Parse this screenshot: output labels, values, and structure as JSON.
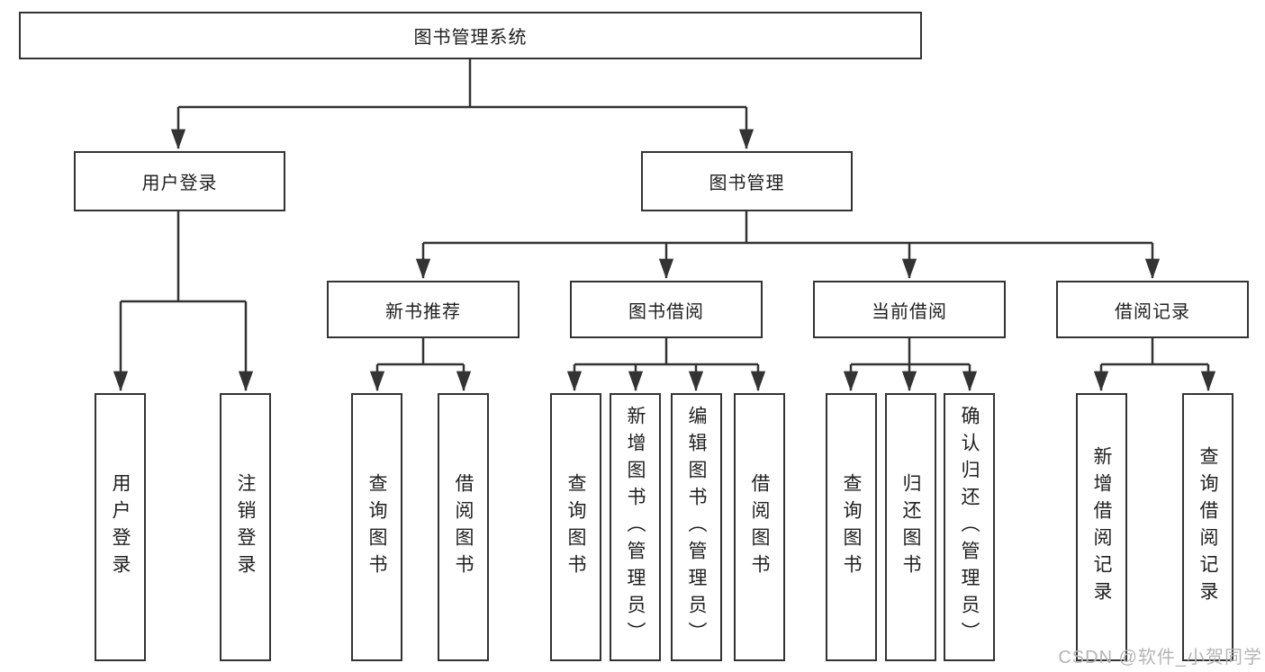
{
  "colors": {
    "line": "#333333",
    "text": "#1f1f1f",
    "watermark": "#b5b5b5",
    "background": "#ffffff"
  },
  "tree": {
    "root": "图书管理系统",
    "level2": [
      "用户登录",
      "图书管理"
    ],
    "level3": [
      "新书推荐",
      "图书借阅",
      "当前借阅",
      "借阅记录"
    ],
    "leaves": [
      "用户登录",
      "注销登录",
      "查询图书",
      "借阅图书",
      "查询图书",
      "新增图书（管理员）",
      "编辑图书（管理员）",
      "借阅图书",
      "查询图书",
      "归还图书",
      "确认归还（管理员）",
      "新增借阅记录",
      "查询借阅记录"
    ]
  },
  "watermark": "CSDN @软件_小贺同学"
}
